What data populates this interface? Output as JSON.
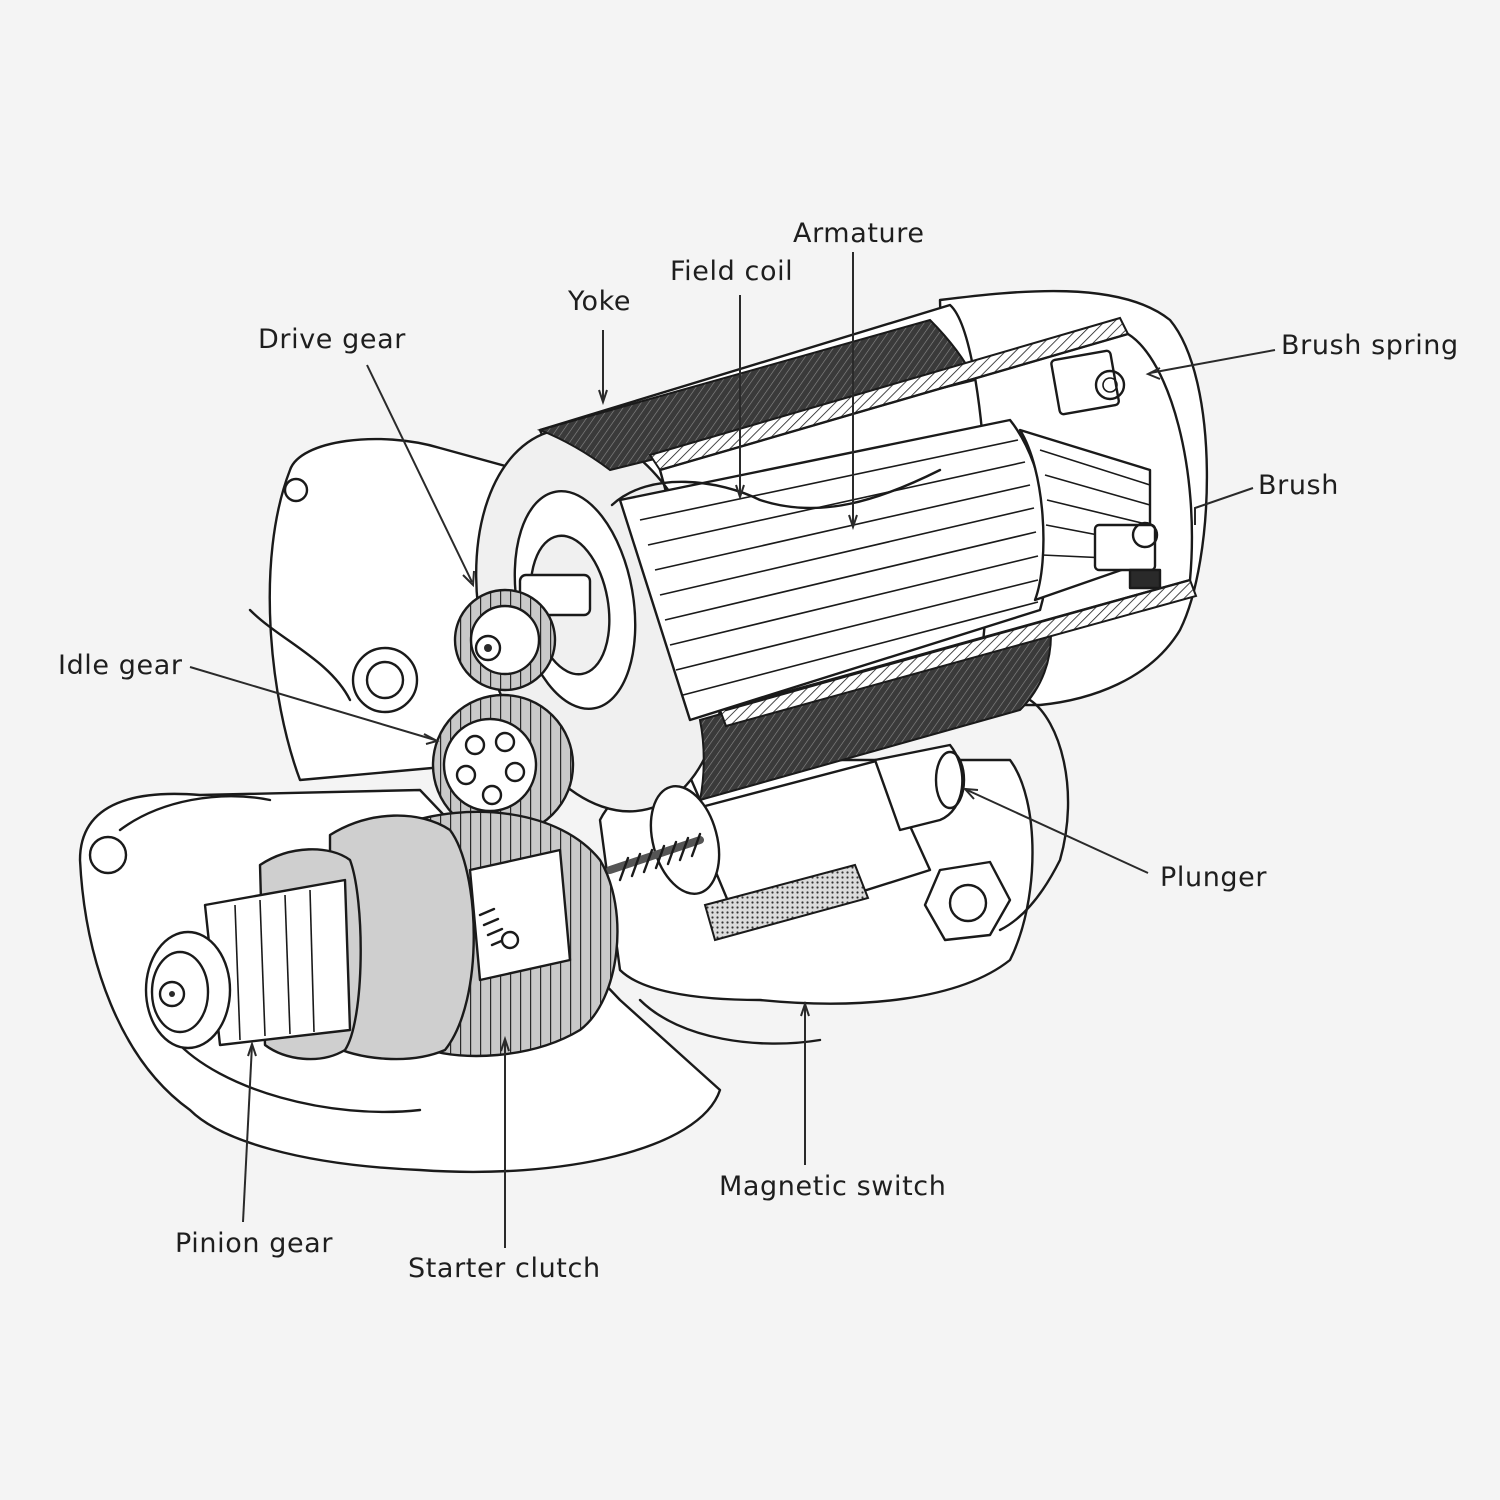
{
  "labels": {
    "armature": "Armature",
    "field_coil": "Field coil",
    "yoke": "Yoke",
    "drive_gear": "Drive gear",
    "brush_spring": "Brush spring",
    "brush": "Brush",
    "idle_gear": "Idle gear",
    "plunger": "Plunger",
    "magnetic_switch": "Magnetic switch",
    "pinion_gear": "Pinion gear",
    "starter_clutch": "Starter clutch"
  },
  "colors": {
    "background": "#f4f4f4",
    "ink": "#1a1a1a"
  }
}
